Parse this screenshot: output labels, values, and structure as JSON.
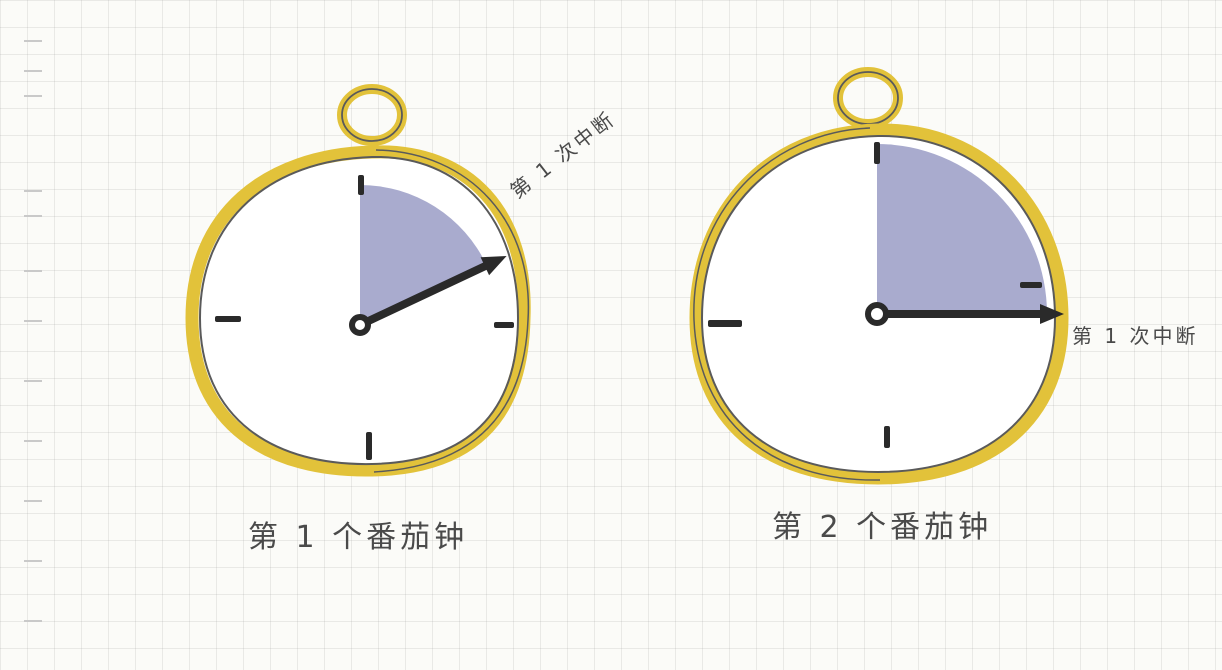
{
  "clocks": [
    {
      "caption": "第 1 个番茄钟",
      "interruption_note": "第 1 次中断",
      "interrupted_at_fraction_of_hour": 0.18
    },
    {
      "caption": "第 2 个番茄钟",
      "interruption_note": "第 1 次中断",
      "interrupted_at_fraction_of_hour": 0.25
    }
  ],
  "colors": {
    "rim": "#e2c23a",
    "shade": "#9a9cc6",
    "ink": "#2a2a2a",
    "outline": "#5a5a5a"
  }
}
